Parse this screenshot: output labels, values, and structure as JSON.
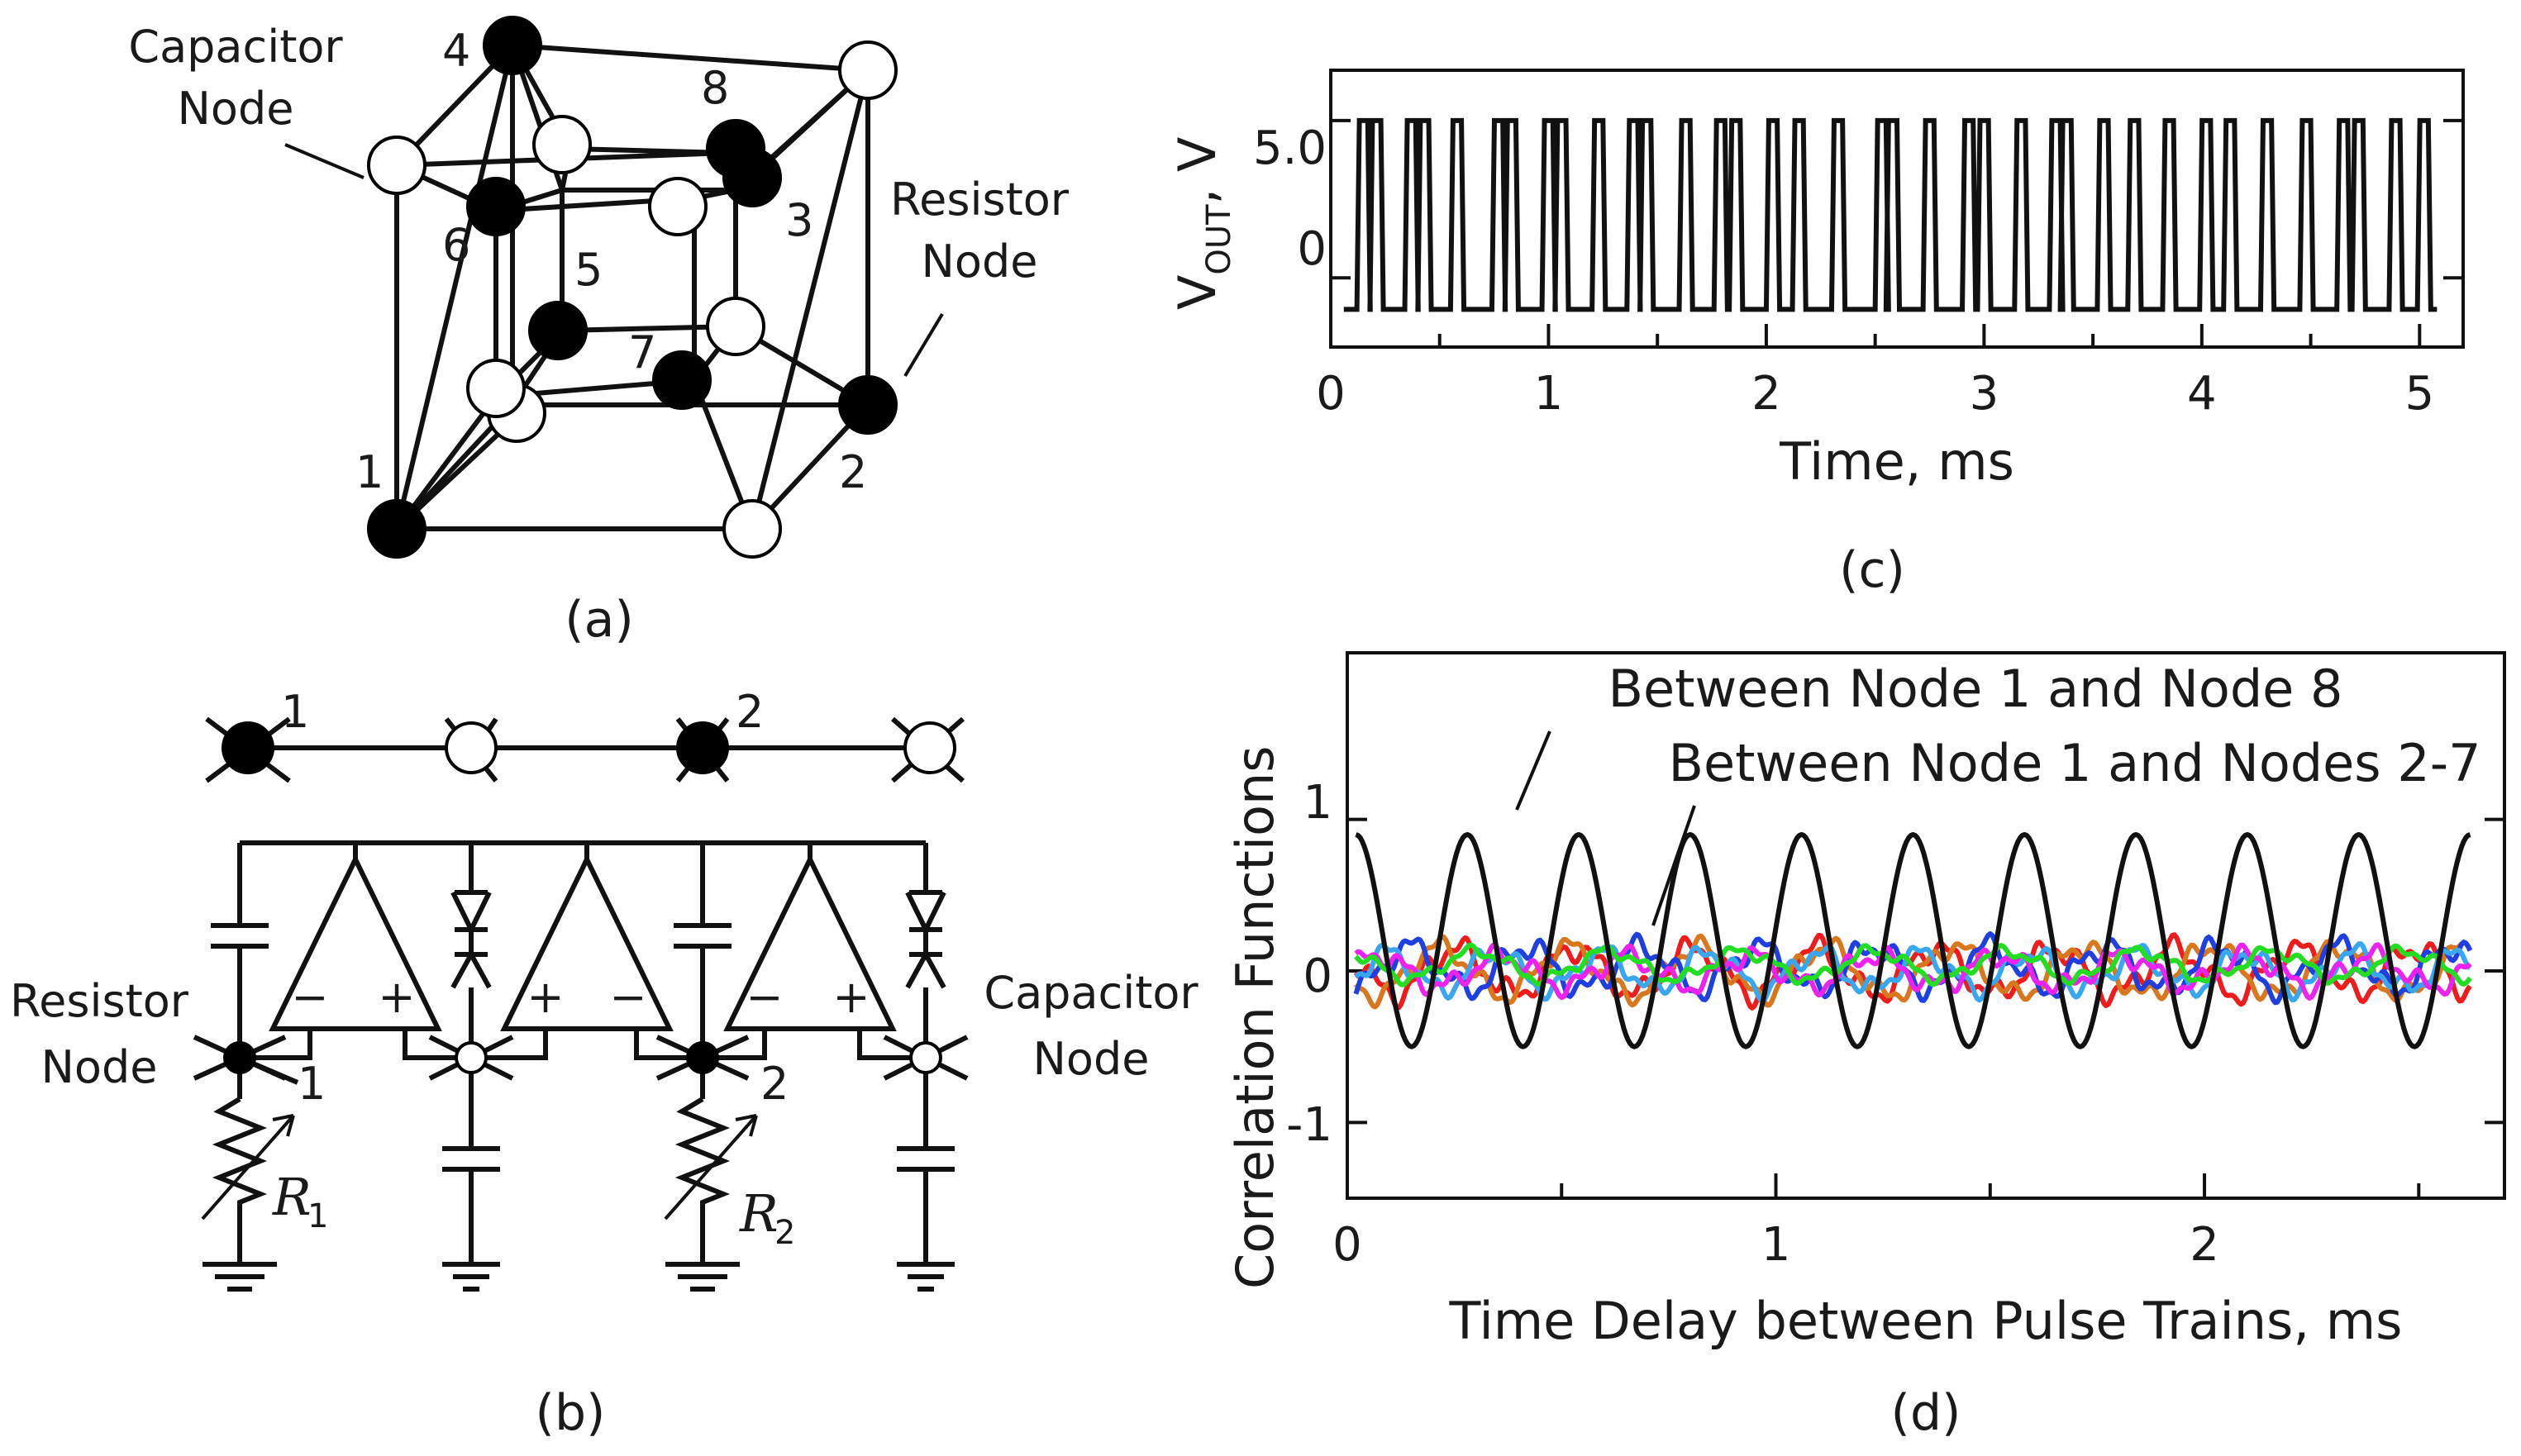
{
  "panels": {
    "a": {
      "caption": "(a)",
      "capacitor_label": [
        "Capacitor",
        "Node"
      ],
      "resistor_label": [
        "Resistor",
        "Node"
      ],
      "node_numbers": [
        "1",
        "2",
        "3",
        "4",
        "5",
        "6",
        "7",
        "8"
      ]
    },
    "b": {
      "caption": "(b)",
      "resistor_label": [
        "Resistor",
        "Node"
      ],
      "capacitor_label": [
        "Capacitor",
        "Node"
      ],
      "top_node_labels": [
        "1",
        "2"
      ],
      "bottom_node_labels": [
        "1",
        "2"
      ],
      "opamp_signs": [
        "−",
        "+",
        "+",
        "−",
        "−",
        "+"
      ],
      "resistor_names": [
        "R",
        "R"
      ],
      "resistor_subs": [
        "1",
        "2"
      ]
    },
    "c": {
      "caption": "(c)",
      "ylabel": "V",
      "ylabel_sub": "OUT",
      "ylabel_unit": ", V",
      "xlabel": "Time, ms",
      "y_ticks": [
        "5.0",
        "0"
      ],
      "x_ticks": [
        "0",
        "1",
        "2",
        "3",
        "4",
        "5"
      ]
    },
    "d": {
      "caption": "(d)",
      "ylabel": "Correlation Functions",
      "xlabel": "Time Delay between Pulse Trains, ms",
      "annotation_1": "Between Node 1 and Node 8",
      "annotation_2": "Between Node 1 and Nodes 2-7",
      "y_ticks": [
        "1",
        "0",
        "-1"
      ],
      "x_ticks": [
        "0",
        "1",
        "2"
      ]
    }
  },
  "chart_data": [
    {
      "type": "line",
      "panel": "c",
      "xlabel": "Time, ms",
      "ylabel": "VOUT, V",
      "xlim": [
        0,
        5.2
      ],
      "ylim": [
        -2.2,
        6.6
      ],
      "series": [
        {
          "name": "",
          "color": "#111111",
          "pulse_high": 5.0,
          "pulse_low": -1.0,
          "pulse_width_ms": 0.05,
          "x_end": 5.08,
          "pulse_starts": [
            0.12,
            0.18,
            0.34,
            0.4,
            0.55,
            0.74,
            0.8,
            0.97,
            1.03,
            1.2,
            1.36,
            1.42,
            1.6,
            1.76,
            1.83,
            2.0,
            2.12,
            2.3,
            2.5,
            2.55,
            2.72,
            2.9,
            2.97,
            3.14,
            3.3,
            3.35,
            3.52,
            3.66,
            3.82,
            3.99,
            4.1,
            4.27,
            4.45,
            4.62,
            4.69,
            4.86,
            4.99
          ]
        }
      ]
    },
    {
      "type": "line",
      "panel": "d",
      "xlabel": "Time Delay between Pulse Trains, ms",
      "ylabel": "Correlation Functions",
      "xlim": [
        0,
        2.7
      ],
      "ylim": [
        -1.5,
        2.1
      ],
      "series": [
        {
          "name": "",
          "color": "#111111",
          "period_ms": 0.26,
          "amplitude": 0.7,
          "offset": 0.2,
          "phase": 0.0,
          "noise": 0.0
        },
        {
          "name": "",
          "color": "#ee1c1c",
          "period_ms": 0.28,
          "amplitude": 0.15,
          "offset": 0.0,
          "phase": 1.1,
          "noise": 0.06
        },
        {
          "name": "",
          "color": "#d9771e",
          "period_ms": 0.3,
          "amplitude": 0.16,
          "offset": 0.0,
          "phase": 2.2,
          "noise": 0.05
        },
        {
          "name": "",
          "color": "#1f3fe0",
          "period_ms": 0.27,
          "amplitude": 0.14,
          "offset": 0.02,
          "phase": 3.3,
          "noise": 0.06
        },
        {
          "name": "",
          "color": "#39a7f0",
          "period_ms": 0.25,
          "amplitude": 0.12,
          "offset": 0.0,
          "phase": 4.4,
          "noise": 0.05
        },
        {
          "name": "",
          "color": "#ee22ee",
          "period_ms": 0.29,
          "amplitude": 0.1,
          "offset": 0.0,
          "phase": 5.2,
          "noise": 0.05
        },
        {
          "name": "",
          "color": "#22dd22",
          "period_ms": 0.31,
          "amplitude": 0.09,
          "offset": 0.04,
          "phase": 0.6,
          "noise": 0.03
        }
      ]
    }
  ]
}
